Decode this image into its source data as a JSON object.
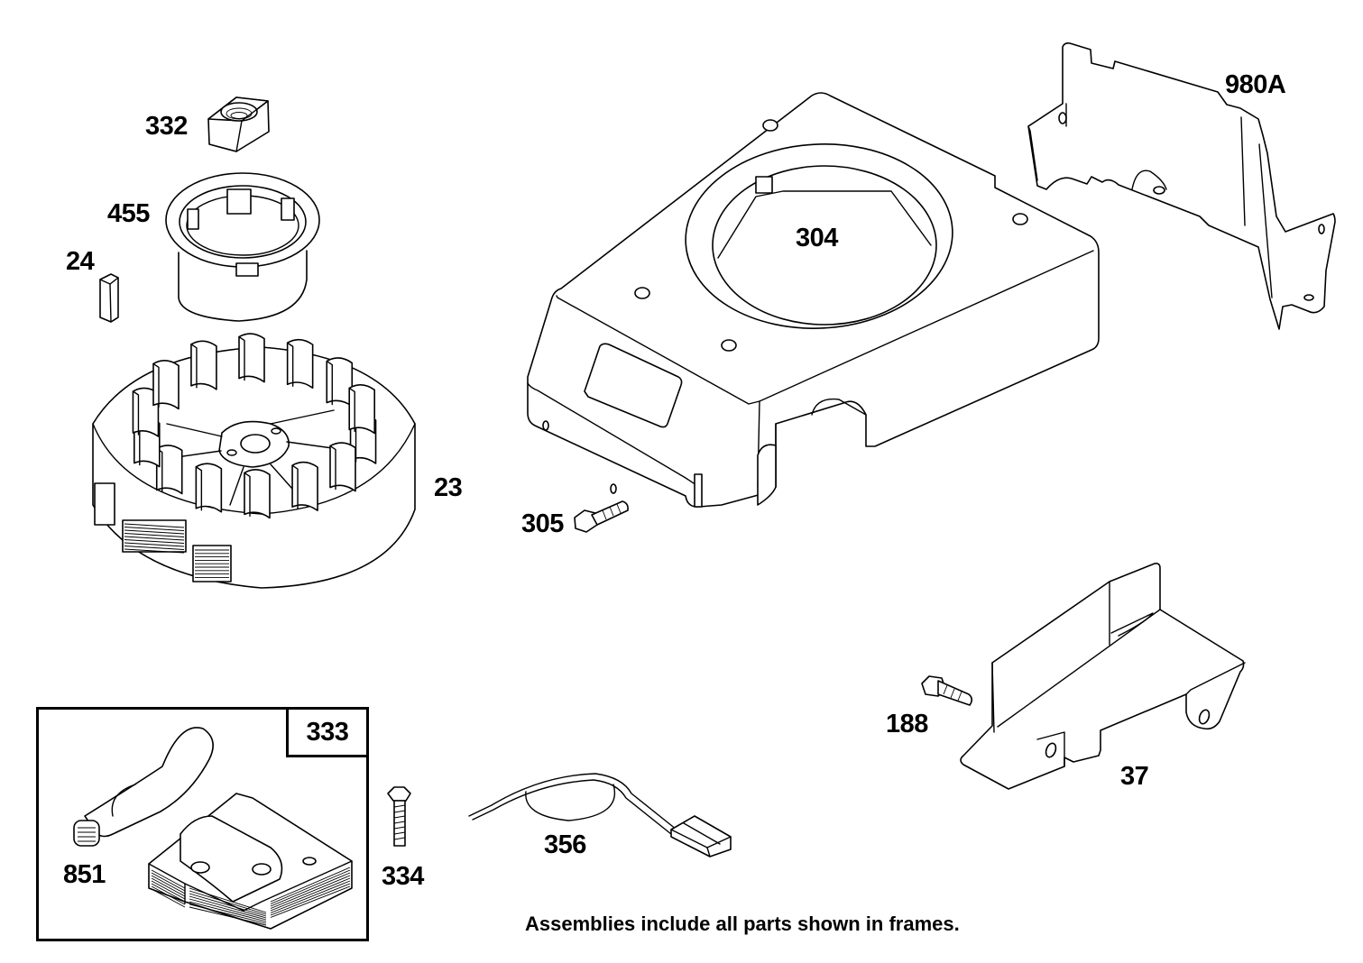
{
  "diagram": {
    "type": "exploded-parts-diagram",
    "parts": [
      {
        "id": "332",
        "label": "332",
        "description": "hex nut"
      },
      {
        "id": "455",
        "label": "455",
        "description": "starter cup"
      },
      {
        "id": "24",
        "label": "24",
        "description": "flywheel key"
      },
      {
        "id": "23",
        "label": "23",
        "description": "flywheel"
      },
      {
        "id": "304",
        "label": "304",
        "description": "blower housing"
      },
      {
        "id": "305",
        "label": "305",
        "description": "housing screw"
      },
      {
        "id": "980A",
        "label": "980A",
        "description": "bracket / baffle"
      },
      {
        "id": "188",
        "label": "188",
        "description": "screw"
      },
      {
        "id": "37",
        "label": "37",
        "description": "air guide / baffle"
      },
      {
        "id": "333",
        "label": "333",
        "description": "armature / ignition coil assembly (framed)"
      },
      {
        "id": "851",
        "label": "851",
        "description": "spark plug terminal"
      },
      {
        "id": "334",
        "label": "334",
        "description": "armature screw"
      },
      {
        "id": "356",
        "label": "356",
        "description": "ground wire"
      }
    ],
    "assembly_frame": {
      "label": "333",
      "contains": [
        "333",
        "851"
      ]
    },
    "footnote": "Assemblies include all parts shown in frames."
  }
}
